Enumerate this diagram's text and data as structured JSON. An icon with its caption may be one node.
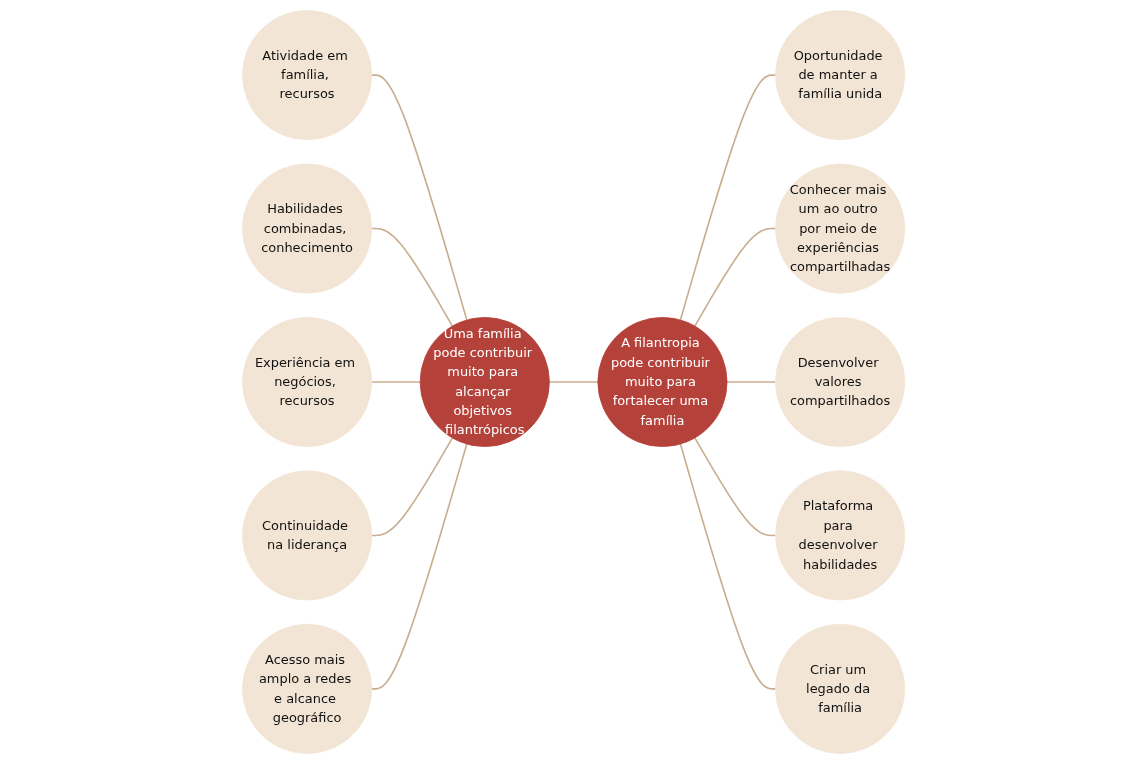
{
  "diagram": {
    "nodes": [
      {
        "text": [
          "Atividade em família, recursos"
        ]
      },
      {
        "text": [
          "Habilidades combinadas, conhecimento"
        ]
      },
      {
        "text": [
          "Oportunidade de manter a família unida"
        ]
      },
      {
        "text": [
          "Conhecer mais um ao outro por meio de experiências compartilhadas"
        ]
      },
      {
        "text": [
          "Experiência em negócios, recursos"
        ]
      },
      {
        "text": [
          "Uma família pode contribuir muito para alcançar objetivos filantrópicos"
        ]
      },
      {
        "text": [
          "A filantropia pode contribuir muito para fortalecer uma família"
        ]
      },
      {
        "text": [
          "Desenvolver valores compartilhados"
        ]
      },
      {
        "text": [
          "Continuidade na liderança"
        ]
      },
      {
        "text": [
          "Acesso mais amplo a redes e alcance geográfico"
        ]
      },
      {
        "text": [
          "Plataforma para desenvolver habilidades"
        ]
      },
      {
        "text": [
          "Criar um legado da família"
        ]
      }
    ],
    "edges": [
      {
        "from": 0,
        "to": 5,
        "arrow": "none"
      },
      {
        "from": 1,
        "to": 5,
        "arrow": "none"
      },
      {
        "from": 4,
        "to": 5,
        "arrow": "none"
      },
      {
        "from": 8,
        "to": 5,
        "arrow": "none"
      },
      {
        "from": 9,
        "to": 5,
        "arrow": "none"
      },
      {
        "from": 5,
        "to": 6,
        "arrow": "none"
      },
      {
        "from": 6,
        "to": 2,
        "arrow": "none"
      },
      {
        "from": 6,
        "to": 3,
        "arrow": "none"
      },
      {
        "from": 6,
        "to": 7,
        "arrow": "none"
      },
      {
        "from": 6,
        "to": 10,
        "arrow": "none"
      },
      {
        "from": 6,
        "to": 11,
        "arrow": "none"
      }
    ]
  }
}
